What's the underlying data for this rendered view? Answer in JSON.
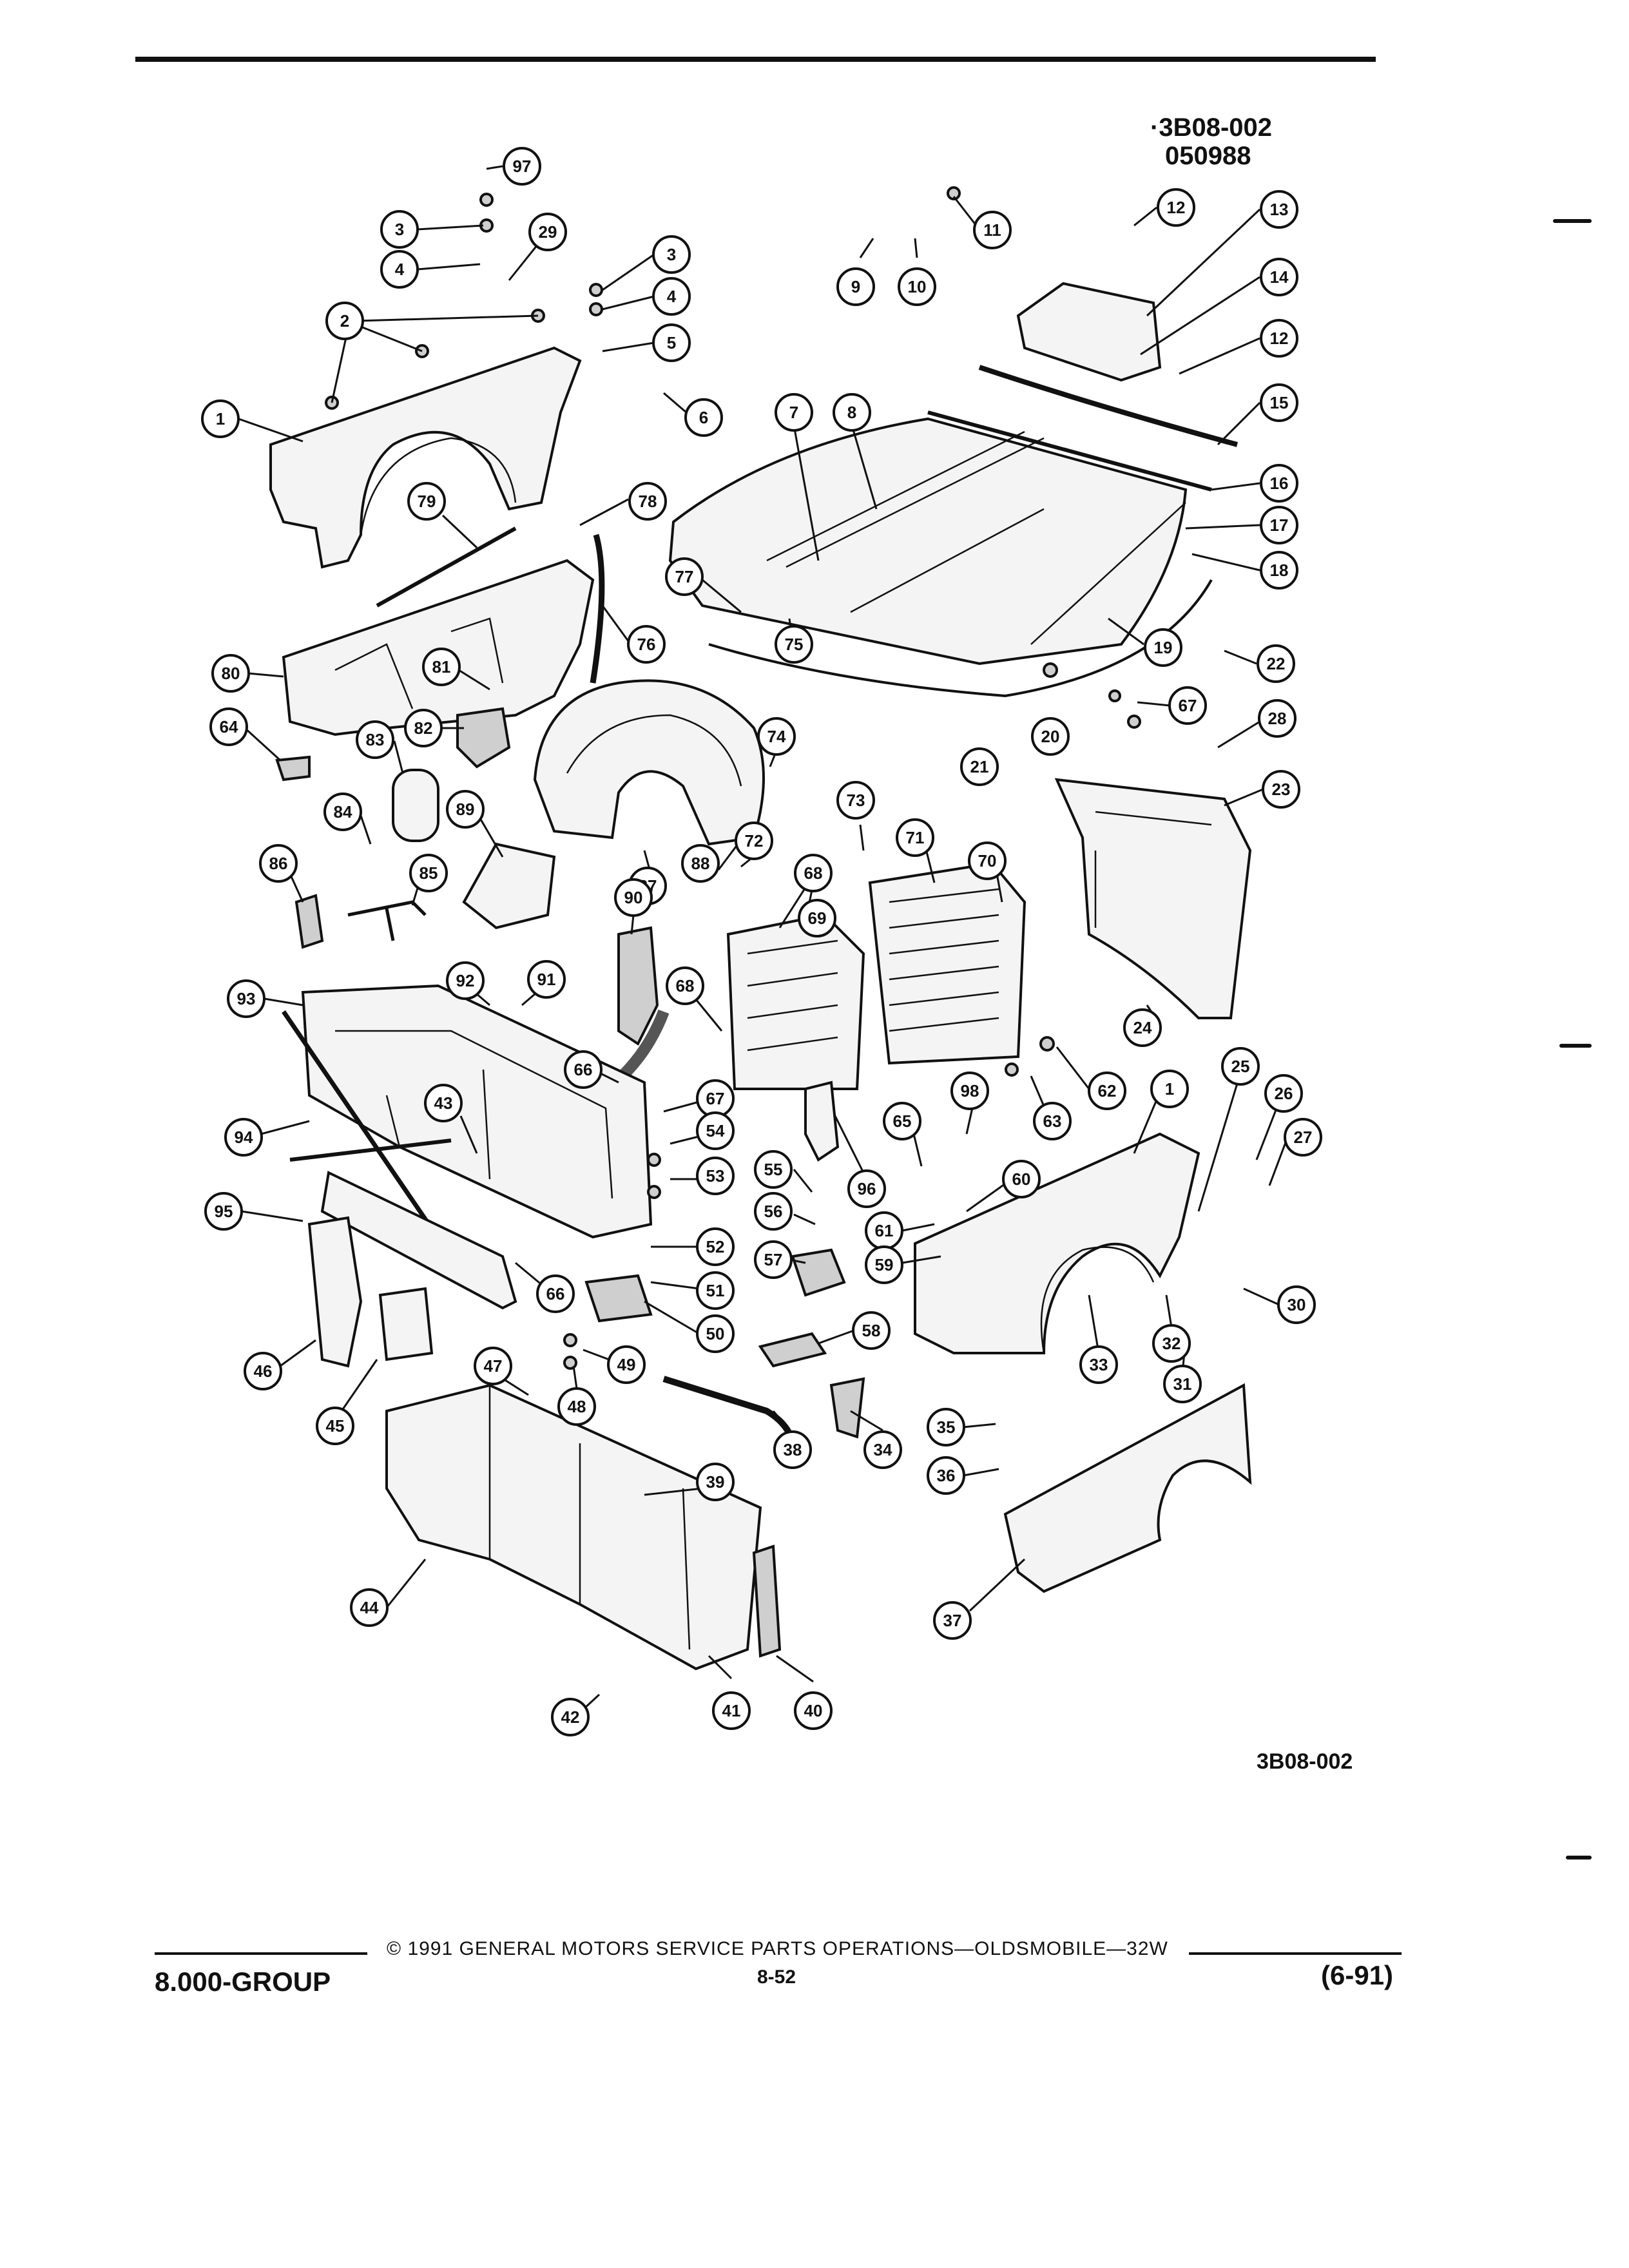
{
  "header": {
    "code_line1": "·3B08-002",
    "code_line2": "050988"
  },
  "diagram": {
    "bottom_code": "3B08-002",
    "callouts": [
      "97",
      "3",
      "4",
      "29",
      "2",
      "1",
      "3",
      "4",
      "5",
      "6",
      "9",
      "10",
      "11",
      "12",
      "13",
      "14",
      "12",
      "15",
      "7",
      "8",
      "16",
      "17",
      "18",
      "79",
      "78",
      "77",
      "75",
      "76",
      "19",
      "22",
      "80",
      "81",
      "82",
      "64",
      "83",
      "67",
      "28",
      "84",
      "89",
      "74",
      "20",
      "21",
      "23",
      "86",
      "85",
      "88",
      "87",
      "72",
      "73",
      "71",
      "70",
      "68",
      "69",
      "90",
      "92",
      "91",
      "93",
      "68",
      "66",
      "67",
      "24",
      "62",
      "63",
      "94",
      "43",
      "98",
      "65",
      "96",
      "1",
      "25",
      "26",
      "27",
      "54",
      "53",
      "55",
      "56",
      "60",
      "61",
      "59",
      "95",
      "66",
      "52",
      "51",
      "57",
      "50",
      "49",
      "48",
      "47",
      "46",
      "45",
      "58",
      "38",
      "34",
      "33",
      "32",
      "31",
      "30",
      "35",
      "36",
      "39",
      "37",
      "44",
      "42",
      "41",
      "40"
    ]
  },
  "footer": {
    "copyright": "© 1991 GENERAL MOTORS SERVICE PARTS OPERATIONS—OLDSMOBILE—32W",
    "group": "8.000-GROUP",
    "page": "8-52",
    "date_code": "(6-91)"
  }
}
